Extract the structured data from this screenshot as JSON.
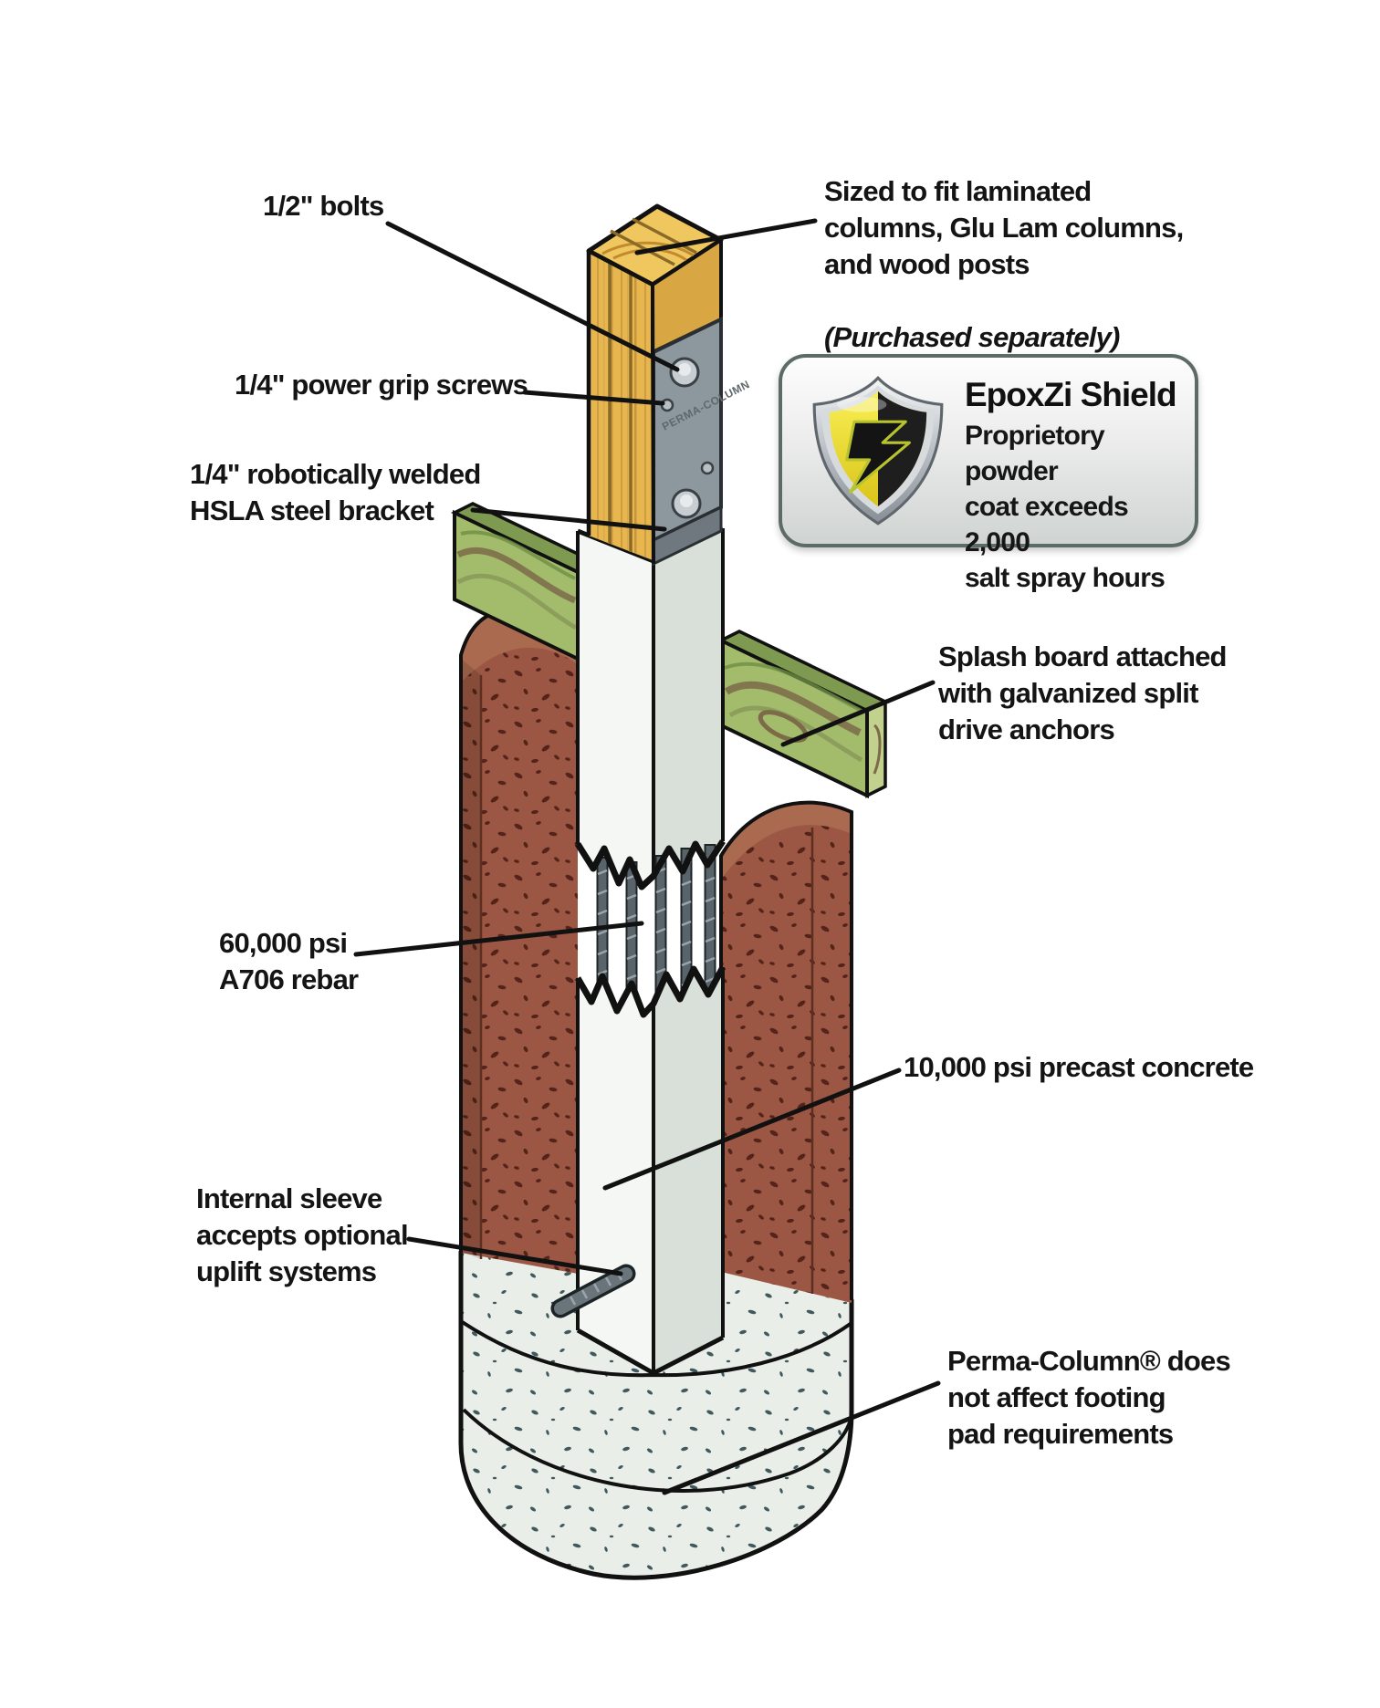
{
  "figure": {
    "type": "technical-illustration",
    "subject": "Perma-Column precast concrete column installation cutaway"
  },
  "callouts": {
    "bolts": {
      "text": "1/2\" bolts"
    },
    "power_grip_screws": {
      "text": "1/4\" power grip screws"
    },
    "steel_bracket": {
      "text": "1/4\" robotically welded\nHSLA steel bracket"
    },
    "sized_to_fit": {
      "text": "Sized to fit laminated\ncolumns, Glu Lam columns,\nand wood posts",
      "note": "(Purchased separately)"
    },
    "splash_board": {
      "text": "Splash board attached\nwith galvanized split\ndrive anchors"
    },
    "rebar": {
      "text": "60,000 psi\nA706 rebar"
    },
    "precast_concrete": {
      "text": "10,000 psi precast concrete"
    },
    "internal_sleeve": {
      "text": "Internal sleeve\naccepts optional\nuplift systems"
    },
    "footing": {
      "text": "Perma-Column® does\nnot affect footing\npad requirements"
    }
  },
  "badge": {
    "title": "EpoxZi Shield",
    "description": "Proprietory powder\ncoat exceeds 2,000\nsalt spray hours",
    "shield_icon": "shield-with-z-lightning"
  },
  "bracket_engraving": "PERMA-COLUMN",
  "colors": {
    "line": "#111111",
    "wood_top": "#f0c75e",
    "wood_light": "#e7b64e",
    "wood_shade": "#d8a642",
    "steel": "#8d979e",
    "steel_flange": "#6f787e",
    "concrete_light": "#f5f7f5",
    "concrete_shade": "#d9dfd9",
    "board_green": "#a3bc6c",
    "board_green_dark": "#7d9a50",
    "board_end": "#c2d18d",
    "soil": "#9b5743",
    "soil_top": "#aa6a4f",
    "footing": "#e9eee9",
    "shield_yellow": "#f2e03a",
    "rebar_gray": "#59646a"
  }
}
